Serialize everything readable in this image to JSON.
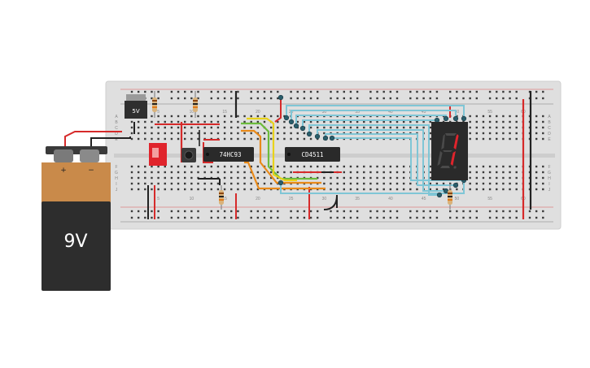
{
  "battery": {
    "voltage_label": "9V",
    "plus_label": "+",
    "minus_label": "−"
  },
  "regulator": {
    "label": "5V"
  },
  "chips": [
    {
      "id": "counter",
      "label": "74HC93"
    },
    {
      "id": "decoder",
      "label": "CD4511"
    }
  ],
  "seven_segment": {
    "digit_shown": "1"
  },
  "breadboard": {
    "column_numbers": [
      "5",
      "10",
      "15",
      "20",
      "25",
      "30",
      "35",
      "40",
      "45",
      "50",
      "55",
      "60"
    ],
    "row_letters_top": [
      "A",
      "B",
      "C",
      "D",
      "E"
    ],
    "row_letters_bottom": [
      "F",
      "G",
      "H",
      "I",
      "J"
    ]
  },
  "colors": {
    "board": "#dfdfdf",
    "rail_red": "#d62a2a",
    "rail_black": "#222222",
    "wire_blue": "#7fc6d6",
    "wire_orange": "#e88a1a",
    "wire_yellow": "#e8d21a",
    "wire_green": "#6cbb3c",
    "segment_on": "#e0242c",
    "segment_off": "#4a4a4a",
    "battery_top": "#c98a4a",
    "battery_body": "#2d2d2d"
  }
}
